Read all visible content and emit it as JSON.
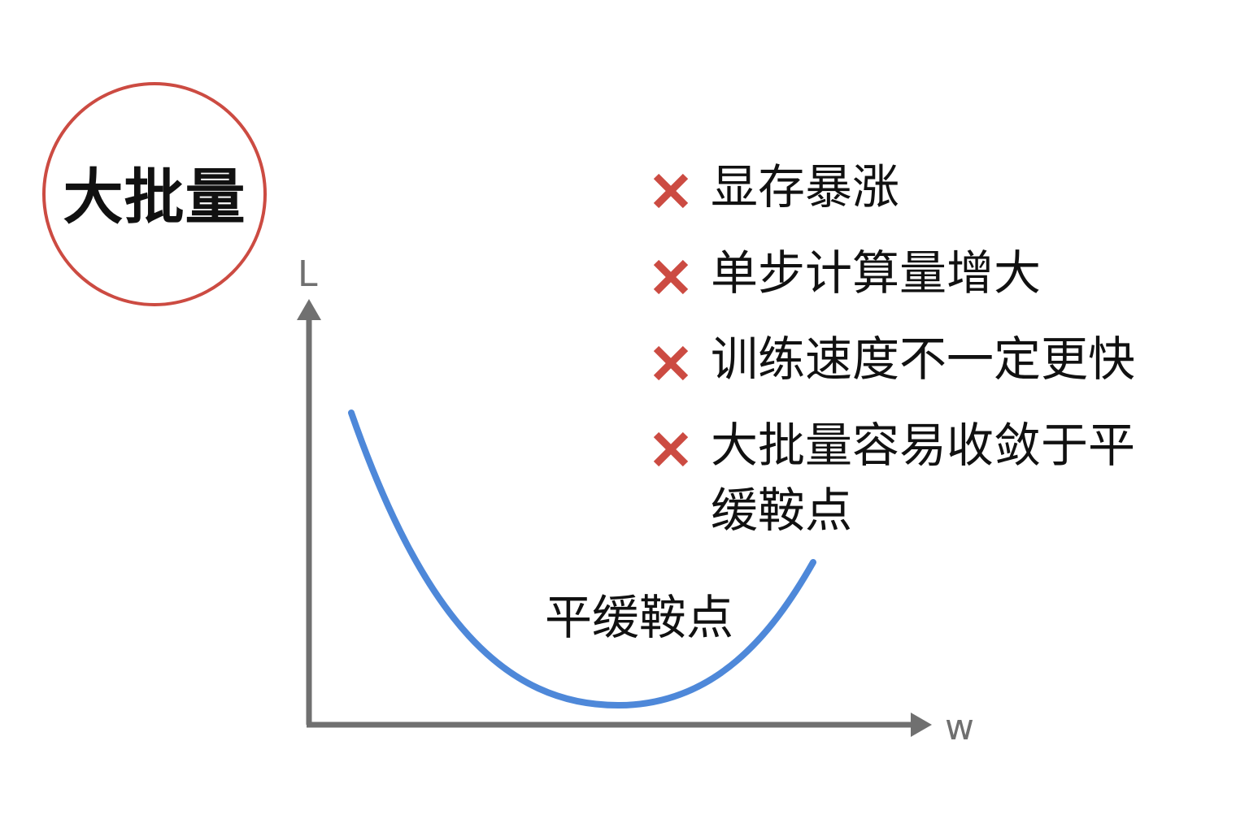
{
  "title": "大批量",
  "axes": {
    "y_label": "L",
    "x_label": "w"
  },
  "curve_label": "平缓鞍点",
  "points": [
    {
      "text": "显存暴涨",
      "icon": "x-mark-icon"
    },
    {
      "text": "单步计算量增大",
      "icon": "x-mark-icon"
    },
    {
      "text": "训练速度不一定更快",
      "icon": "x-mark-icon"
    },
    {
      "text": "大批量容易收敛于平缓鞍点",
      "icon": "x-mark-icon"
    }
  ],
  "colors": {
    "circle": "#cc4b42",
    "x_mark": "#cc4b42",
    "curve": "#4e88d9",
    "axis": "#707070",
    "text": "#111111"
  }
}
